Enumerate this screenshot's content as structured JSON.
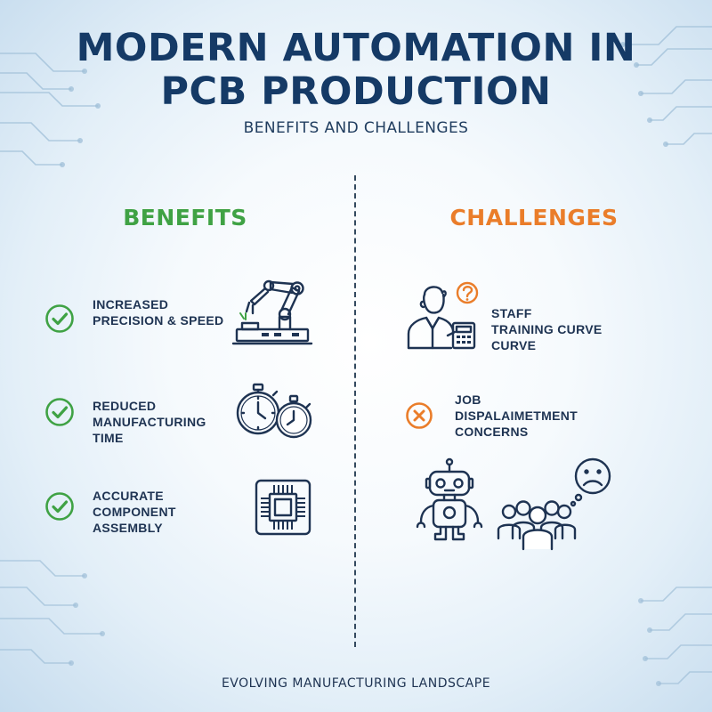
{
  "header": {
    "title_lines": [
      "MODERN AUTOMATION IN",
      "PCB PRODUCTION"
    ],
    "subtitle": "BENEFITS AND CHALLENGES"
  },
  "benefits": {
    "heading": "BENEFITS",
    "items": [
      {
        "lines": [
          "INCREASED",
          "PRECISION & SPEED"
        ],
        "icon": "robotic-arm-icon"
      },
      {
        "lines": [
          "REDUCED",
          "MANUFACTURING",
          "TIME"
        ],
        "icon": "stopwatch-icon"
      },
      {
        "lines": [
          "ACCURATE",
          "COMPONENT",
          "ASSEMBLY"
        ],
        "icon": "microchip-icon"
      }
    ]
  },
  "challenges": {
    "heading": "CHALLENGES",
    "items": [
      {
        "lines": [
          "STAFF",
          "TRAINING CURVE",
          "CURVE"
        ],
        "icon": "confused-worker-icon"
      },
      {
        "lines": [
          "JOB",
          "DISPALAIMETMENT",
          "CONCERNS"
        ],
        "icon": "robot-and-crowd-icon"
      }
    ]
  },
  "footer": "EVOLVING MANUFACTURING LANDSCAPE",
  "colors": {
    "title": "#153a66",
    "benefit_green": "#3fa244",
    "challenge_orange": "#ea7d2a",
    "line_art": "#1e3352"
  }
}
